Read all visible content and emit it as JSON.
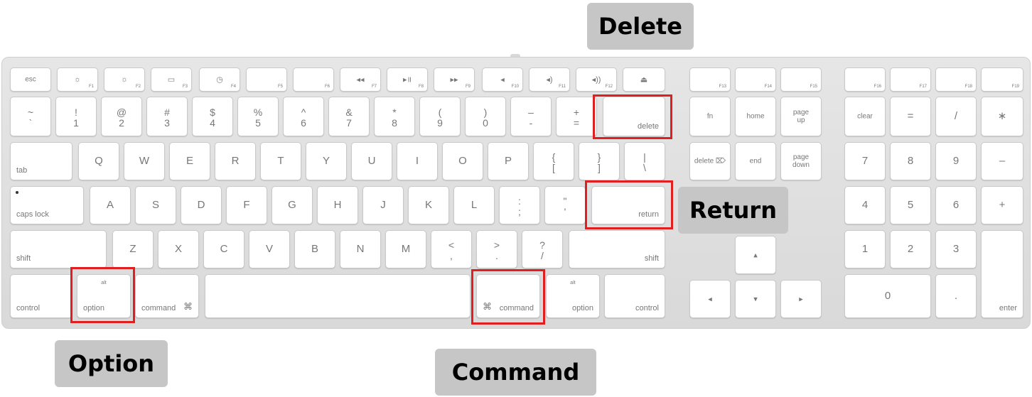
{
  "colors": {
    "highlight": "#e02020",
    "callout_bg": "#c6c6c6",
    "key_text": "#777777"
  },
  "callouts": {
    "delete": "Delete",
    "return": "Return",
    "option": "Option",
    "command": "Command"
  },
  "keys": {
    "esc": "esc",
    "f1": "F1",
    "f2": "F2",
    "f3": "F3",
    "f4": "F4",
    "f5": "F5",
    "f6": "F6",
    "f7": "F7",
    "f8": "F8",
    "f9": "F9",
    "f10": "F10",
    "f11": "F11",
    "f12": "F12",
    "f13": "F13",
    "f14": "F14",
    "f15": "F15",
    "f16": "F16",
    "f17": "F17",
    "f18": "F18",
    "f19": "F19",
    "f1_icon": "☼",
    "f2_icon": "☼",
    "f3_icon": "▭",
    "f4_icon": "◷",
    "f7_icon": "◂◂",
    "f8_icon": "▸॥",
    "f9_icon": "▸▸",
    "f10_icon": "◂",
    "f11_icon": "◂)",
    "f12_icon": "◂))",
    "eject_icon": "⏏",
    "tilde_top": "~",
    "tilde_bot": "`",
    "n1_top": "!",
    "n1_bot": "1",
    "n2_top": "@",
    "n2_bot": "2",
    "n3_top": "#",
    "n3_bot": "3",
    "n4_top": "$",
    "n4_bot": "4",
    "n5_top": "%",
    "n5_bot": "5",
    "n6_top": "^",
    "n6_bot": "6",
    "n7_top": "&",
    "n7_bot": "7",
    "n8_top": "*",
    "n8_bot": "8",
    "n9_top": "(",
    "n9_bot": "9",
    "n0_top": ")",
    "n0_bot": "0",
    "minus_top": "–",
    "minus_bot": "-",
    "equal_top": "+",
    "equal_bot": "=",
    "delete": "delete",
    "tab": "tab",
    "q": "Q",
    "w": "W",
    "e": "E",
    "r": "R",
    "t": "T",
    "y": "Y",
    "u": "U",
    "i": "I",
    "o": "O",
    "p": "P",
    "lbracket_top": "{",
    "lbracket_bot": "[",
    "rbracket_top": "}",
    "rbracket_bot": "]",
    "backslash_top": "|",
    "backslash_bot": "\\",
    "caps_lock": "caps lock",
    "a": "A",
    "s": "S",
    "d": "D",
    "f": "F",
    "g": "G",
    "h": "H",
    "j": "J",
    "k": "K",
    "l": "L",
    "semicolon_top": ":",
    "semicolon_bot": ";",
    "quote_top": "\"",
    "quote_bot": "'",
    "return": "return",
    "shift": "shift",
    "z": "Z",
    "x": "X",
    "c": "C",
    "v": "V",
    "b": "B",
    "n": "N",
    "m": "M",
    "comma_top": "<",
    "comma_bot": ",",
    "period_top": ">",
    "period_bot": ".",
    "slash_top": "?",
    "slash_bot": "/",
    "control": "control",
    "alt": "alt",
    "option": "option",
    "command": "command",
    "command_symbol": "⌘",
    "fn": "fn",
    "home": "home",
    "page_up": "page\nup",
    "forward_delete": "delete ⌦",
    "end": "end",
    "page_down": "page\ndown",
    "clear": "clear",
    "np_equal": "=",
    "np_slash": "/",
    "np_star": "∗",
    "np7": "7",
    "np8": "8",
    "np9": "9",
    "np_minus": "–",
    "np4": "4",
    "np5": "5",
    "np6": "6",
    "np_plus": "+",
    "np1": "1",
    "np2": "2",
    "np3": "3",
    "np0": "0",
    "np_dot": ".",
    "enter": "enter",
    "arrow_up": "▴",
    "arrow_left": "◂",
    "arrow_down": "▾",
    "arrow_right": "▸"
  }
}
